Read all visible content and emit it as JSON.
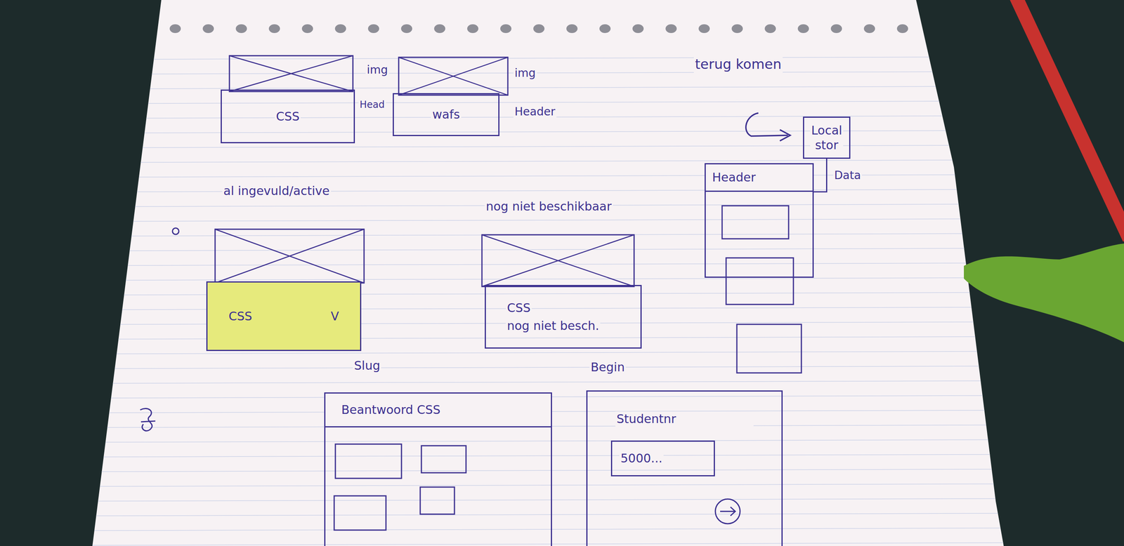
{
  "diagram": {
    "nodes": [
      {
        "text": [
          "CSS"
        ]
      },
      {
        "text": [
          "wafs"
        ]
      },
      {
        "text": [
          "Local stor"
        ]
      },
      {
        "text": [
          "Header"
        ]
      },
      {
        "text": [
          "CSS",
          "V"
        ]
      },
      {
        "text": [
          "CSS",
          "nog niet besch."
        ]
      },
      {
        "text": [
          "Beantwoord CSS"
        ]
      },
      {
        "text": [
          "Studentnr"
        ]
      },
      {
        "text": [
          "5000..."
        ],
        "in": 7
      }
    ],
    "edges": [
      {
        "from": 2,
        "to": 3,
        "arrow": "none",
        "label": "Data"
      }
    ],
    "labels": [
      "img",
      "Head",
      "img",
      "Header",
      "terug komen",
      "al ingevuld/active",
      "nog niet beschikbaar",
      "Slug",
      "Begin"
    ]
  }
}
